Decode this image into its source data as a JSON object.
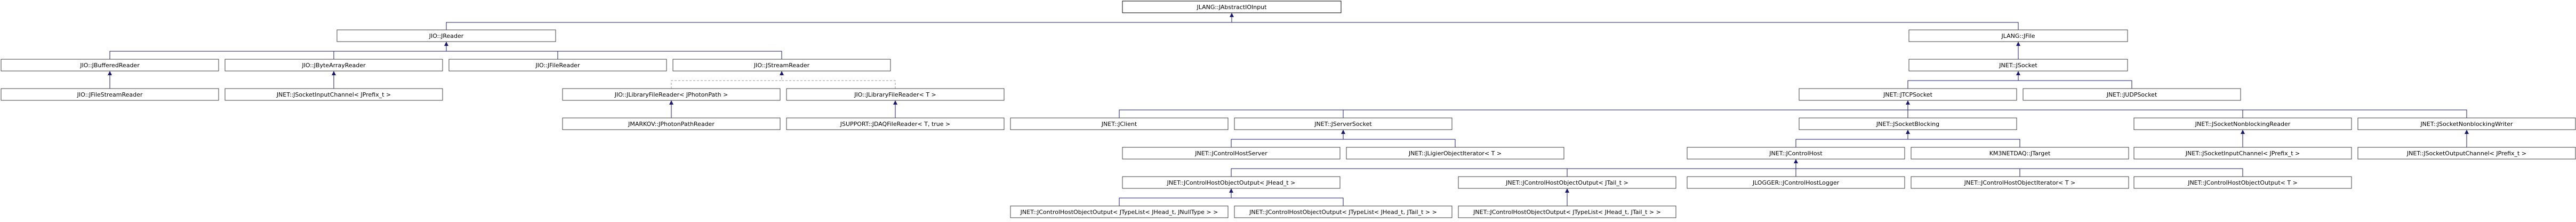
{
  "colors": {
    "edge": "#191970",
    "template_edge": "#9a9a9a",
    "node_border": "#404040",
    "background": "#ffffff"
  },
  "nodes": {
    "n_root": "JLANG::JAbstractIOInput",
    "n_reader": "JIO::JReader",
    "n_file": "JLANG::JFile",
    "n_bufr": "JIO::JBufferedReader",
    "n_byte": "JIO::JByteArrayReader",
    "n_filer": "JIO::JFileReader",
    "n_stream": "JIO::JStreamReader",
    "n_socket": "JNET::JSocket",
    "n_fstream": "JIO::JFileStreamReader",
    "n_sockinch": "JNET::JSocketInputChannel< JPrefix_t >",
    "n_libpf": "JIO::JLibraryFileReader< JPhotonPath >",
    "n_libt": "JIO::JLibraryFileReader< T >",
    "n_tcp": "JNET::JTCPSocket",
    "n_udp": "JNET::JUDPSocket",
    "n_markov": "JMARKOV::JPhotonPathReader",
    "n_jdaq": "JSUPPORT::JDAQFileReader< T, true >",
    "n_client": "JNET::JClient",
    "n_server": "JNET::JServerSocket",
    "n_block": "JNET::JSocketBlocking",
    "n_nbr": "JNET::JSocketNonblockingReader",
    "n_nbw": "JNET::JSocketNonblockingWriter",
    "n_cserver": "JNET::JControlHostServer",
    "n_ligier": "JNET::JLigierObjectIterator< T >",
    "n_chost": "JNET::JControlHost",
    "n_km3": "KM3NETDAQ::JTarget",
    "n_sockinch2": "JNET::JSocketInputChannel< JPrefix_t >",
    "n_sockoutch": "JNET::JSocketOutputChannel< JPrefix_t >",
    "n_chohead": "JNET::JControlHostObjectOutput< JHead_t >",
    "n_chotail": "JNET::JControlHostObjectOutput< JTail_t >",
    "n_logger": "JLOGGER::JControlHostLogger",
    "n_choiter": "JNET::JControlHostObjectIterator< T >",
    "n_choout": "JNET::JControlHostObjectOutput< T >",
    "n_tl1": "JNET::JControlHostObjectOutput< JTypeList< JHead_t, JNullType > >",
    "n_tl2": "JNET::JControlHostObjectOutput< JTypeList< JHead_t, JTail_t > >",
    "n_tl3": "JNET::JControlHostObjectOutput< JTypeList< JHead_t, JTail_t > >"
  }
}
